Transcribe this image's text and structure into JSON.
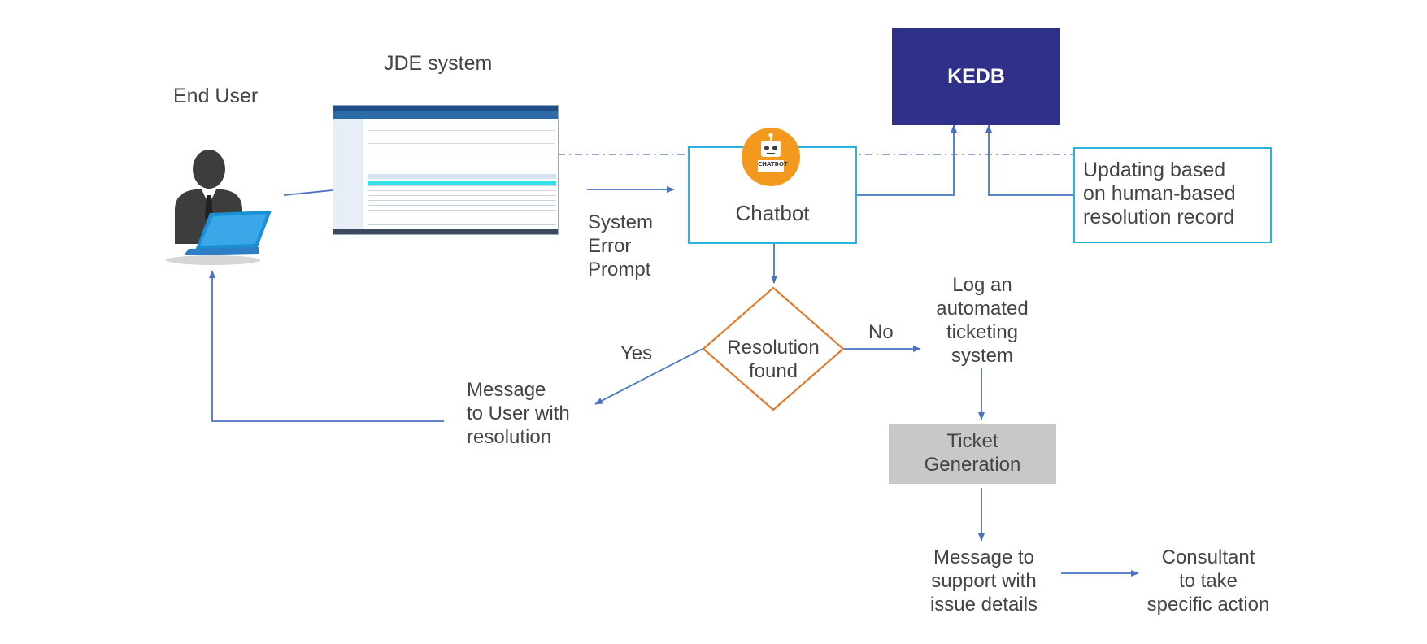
{
  "labels": {
    "end_user": "End User",
    "jde_system": "JDE system",
    "kedb": "KEDB",
    "chatbot": "Chatbot",
    "chatbot_badge": "CHATBOT",
    "updating": "Updating based\non human-based\nresolution record",
    "system_error": "System\nError\nPrompt",
    "resolution_found": "Resolution\nfound",
    "yes": "Yes",
    "no": "No",
    "log_ticket": "Log an\nautomated\nticketing\nsystem",
    "message_user": "Message\nto User with\nresolution",
    "ticket_generation": "Ticket\nGeneration",
    "message_support": "Message to\nsupport with\nissue details",
    "consultant": "Consultant\nto take\nspecific action"
  },
  "colors": {
    "arrow": "#4a72c4",
    "kedb_fill": "#2e3089",
    "chatbot_border": "#29b2dc",
    "decision_border": "#e07a2e",
    "ticket_fill": "#c8c8c8",
    "robot_circle": "#f39a1e",
    "laptop": "#1a8fd6",
    "person": "#3d3d3d"
  }
}
